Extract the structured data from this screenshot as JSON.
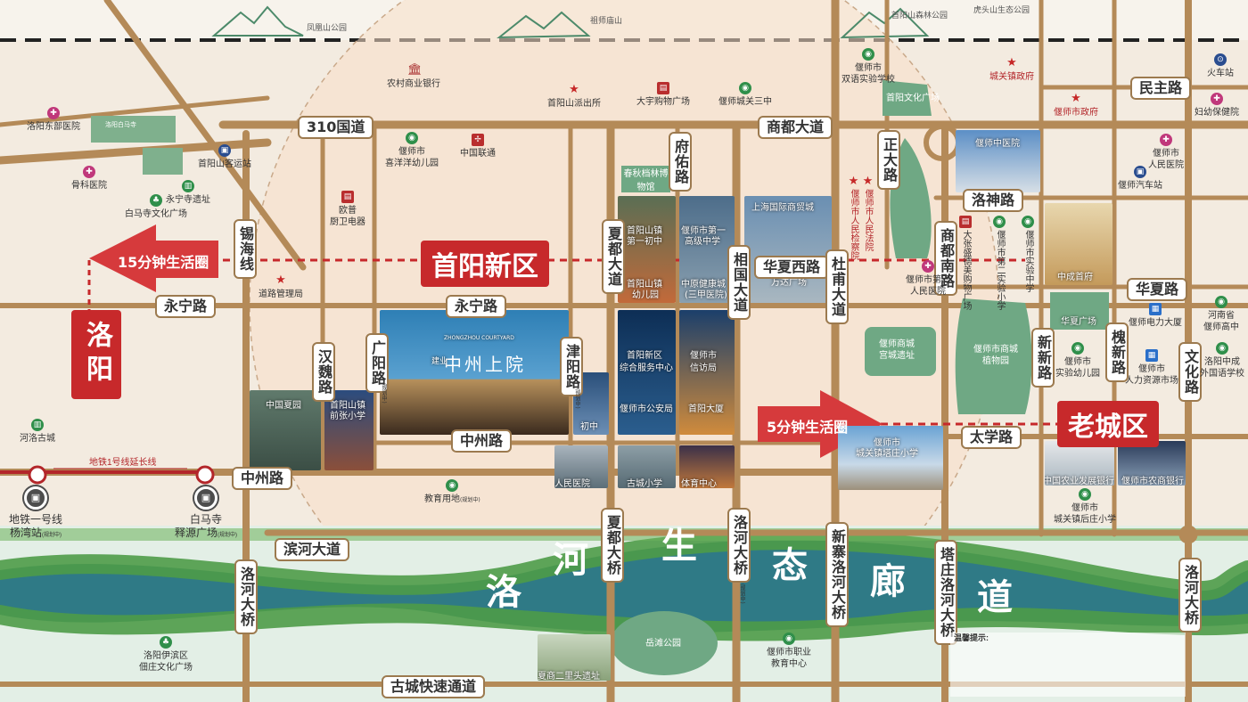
{
  "districts": {
    "luoyang": "洛阳",
    "shouyang": "首阳新区",
    "oldtown": "老城区"
  },
  "time_circles": {
    "c15": "15分钟生活圈",
    "c5": "5分钟生活圈"
  },
  "project": {
    "name": "中州上院",
    "brand": "建业",
    "en": "ZHONGZHOU COURTYARD"
  },
  "river": [
    "洛",
    "河",
    "生",
    "态",
    "廊",
    "道"
  ],
  "metro": {
    "line_label": "地铁1号线延长线",
    "station1_line1": "地铁一号线",
    "station1_line2": "杨湾站",
    "station1_note": "(规划中)",
    "station2_line1": "白马寺",
    "station2_line2": "释源广场",
    "station2_note": "(规划中)"
  },
  "roads_h": {
    "r310": "310国道",
    "shangdu": "商都大道",
    "minzhu": "民主路",
    "luoshen": "洛神路",
    "yongning_w": "永宁路",
    "yongning_e": "永宁路",
    "huaxia_w": "华夏西路",
    "huaxia_e": "华夏路",
    "zhongzhou_w": "中州路",
    "zhongzhou_e": "中州路",
    "taixue": "太学路",
    "binhe": "滨河大道",
    "gucheng": "古城快速通道"
  },
  "roads_v": {
    "xihai": "锡海线",
    "hanwei": "汉魏路",
    "guangyang": "广阳路",
    "jinyang": "津阳路",
    "xiadu": "夏都大道",
    "fuyou": "府佑路",
    "xiangguo": "相国大道",
    "dufu": "杜甫大道",
    "zhengda": "正大路",
    "shangdunan": "商都南路",
    "xinxin": "新新路",
    "huaixin": "槐新路",
    "wenhua": "文化路",
    "luohe_bridge_w": "洛河大桥",
    "xiadu_bridge": "夏都大桥",
    "luohe_bridge_m": "洛河大桥",
    "xinzhai_bridge": "新寨洛河大桥",
    "tazhuang_bridge": "塔庄洛河大桥",
    "luohe_bridge_e": "洛河大桥"
  },
  "road_notes": {
    "guangyang": "(规划中)",
    "jinyang": "(规划中)",
    "luohe_m": "(规划中)"
  },
  "mountains": {
    "fenghuang": "凤凰山公园",
    "zushimiao": "祖师庙山",
    "shouyangshan": "首阳山森林公园",
    "hushan": "虎头山生态公园"
  },
  "pois": {
    "dongbu_hospital": "洛阳东部医院",
    "baimasi_parking": "洛阳白马寺",
    "shouyang_bus": "首阳山客运站",
    "guke": "骨科医院",
    "yongning_site": "永宁寺遗址",
    "baima_square": "白马寺文化广场",
    "nongshang_bank": "农村商业银行",
    "police": "首阳山派出所",
    "dayu_mall": "大宇购物广场",
    "chengguan3": "偃师城关三中",
    "xiyangyang_k1": "偃师市",
    "xiyangyang_k2": "喜洋洋幼儿园",
    "unicom": "中国联通",
    "oupu1": "欧普",
    "oupu2": "厨卫电器",
    "road_admin": "道路管理局",
    "shuangyu1": "偃师市",
    "shuangyu2": "双语实验学校",
    "chengguan_gov": "城关镇政府",
    "city_gov": "偃师市政府",
    "station": "火车站",
    "maternity": "妇幼保健院",
    "people_hosp1": "偃师市",
    "people_hosp2": "人民医院",
    "bus_station": "偃师汽车站",
    "court": "偃师市人民法院",
    "procuratorate": "偃师市人民检察院",
    "shouyang_culture": "首阳文化广场",
    "dazhang": "大张盛德美购物广场",
    "second_exp": "偃师市第二实验小学",
    "exp_mid": "偃师市实验中学",
    "people3_1": "偃师市第三",
    "people3_2": "人民医院",
    "shangcheng_site1": "偃师商城",
    "shangcheng_site2": "宫城遗址",
    "botanical1": "偃师市商城",
    "botanical2": "植物园",
    "exp_kg1": "偃师市",
    "exp_kg2": "实验幼儿园",
    "power1": "偃师电力大厦",
    "hr1": "偃师市",
    "hr2": "人力资源市场",
    "henan_high1": "河南省",
    "henan_high2": "偃师高中",
    "foreign1": "洛阳中成",
    "foreign2": "外国语学校",
    "heluo": "河洛古城",
    "edu_land": "教育用地",
    "edu_note": "(规划中)",
    "tazhuang_primary1": "偃师市",
    "tazhuang_primary2": "城关镇后庄小学",
    "yiriver1": "洛阳伊滨区",
    "yiriver2": "佃庄文化广场",
    "vocational1": "偃师市职业",
    "vocational2": "教育中心",
    "yuewan_park": "岳滩公园",
    "erlitou": "夏商二里头遗址"
  },
  "photos": {
    "chunqiu": "春秋档林博物馆",
    "shouyang_mid1": "首阳山镇",
    "shouyang_mid2": "第一初中",
    "yanshi_high1": "偃师市第一",
    "yanshi_high2": "高级中学",
    "shouyang_kg1": "首阳山镇",
    "shouyang_kg2": "幼儿园",
    "fitness1": "中原健康城",
    "fitness2": "(三甲医院)",
    "intl_trade": "上海国际商贸城",
    "wanda": "万达广场",
    "service1": "首阳新区",
    "service2": "综合服务中心",
    "petition1": "偃师市",
    "petition2": "信访局",
    "public_sec": "偃师市公安局",
    "shouyang_bld": "首阳大厦",
    "chuzhong": "初中",
    "xiayuan": "中国夏园",
    "shouyang_primary1": "首阳山镇",
    "shouyang_primary2": "前张小学",
    "people_hosp": "人民医院",
    "gucheng_primary": "古城小学",
    "sports": "体育中心",
    "tazhuang_school1": "偃师市",
    "tazhuang_school2": "城关镇塔庄小学",
    "zhongmu_hosp": "偃师中医院",
    "zhongyuan_plaza": "中成首府",
    "huaxia_sq": "华夏广场",
    "abc": "中国农业发展银行",
    "bank2": "偃师市农商银行"
  },
  "notes_title": "温馨提示:",
  "colors": {
    "road": "#b48a58",
    "district_red": "#c7292b",
    "river": "#2f7a86",
    "green": "#6fa884",
    "bg": "#f3ebe0"
  }
}
